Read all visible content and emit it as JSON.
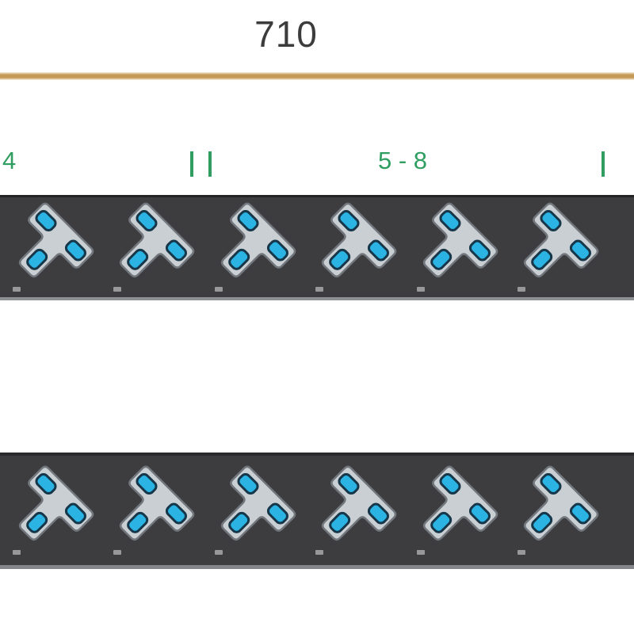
{
  "title": {
    "text": "710"
  },
  "dimension_rule": {
    "color": "#c59a58"
  },
  "port_groups": {
    "text_color": "#2f9e60",
    "left_label": "4",
    "middle_label": "5 - 8"
  },
  "panels": [
    {
      "id": "top",
      "connector_count": 6
    },
    {
      "id": "bottom",
      "connector_count": 6
    }
  ],
  "colors": {
    "background": "#ffffff",
    "panel_body": "#3d3d40",
    "panel_top_edge": "#242427",
    "panel_bottom_edge": "#8f9093",
    "connector_body": "#cacfd3",
    "connector_outline": "#72777d",
    "pad_fill": "#2ab3e3",
    "pad_outline": "#16374a",
    "port_mark": "#98989a",
    "title_text": "#3c3c3c"
  }
}
